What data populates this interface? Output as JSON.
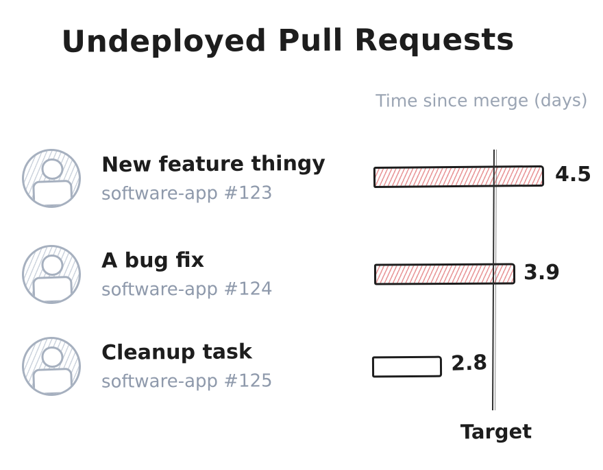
{
  "title": "Undeployed Pull Requests",
  "axis_label": "Time since merge (days)",
  "target_label": "Target",
  "colors": {
    "text": "#1d1d1d",
    "muted_gray_blue": "#8e99ab",
    "axis_label_gray": "#9aa4b3",
    "avatar_stroke": "#a6b0bf",
    "over_target_hatch_red": "#e9989a",
    "bar_outline": "#1d1d1d",
    "target_line": "#2e2e2e",
    "background": "#ffffff"
  },
  "chart_data": {
    "type": "bar",
    "orientation": "horizontal",
    "title": "Undeployed Pull Requests",
    "value_axis_label": "Time since merge (days)",
    "unit": "days",
    "target_line_label": "Target",
    "grid": false,
    "legend_position": "none",
    "rows": [
      {
        "title": "New feature thingy",
        "repo": "software-app #123",
        "value": 4.5,
        "over_target": true
      },
      {
        "title": "A bug fix",
        "repo": "software-app #124",
        "value": 3.9,
        "over_target": true
      },
      {
        "title": "Cleanup task",
        "repo": "software-app #125",
        "value": 2.8,
        "over_target": false
      }
    ]
  }
}
